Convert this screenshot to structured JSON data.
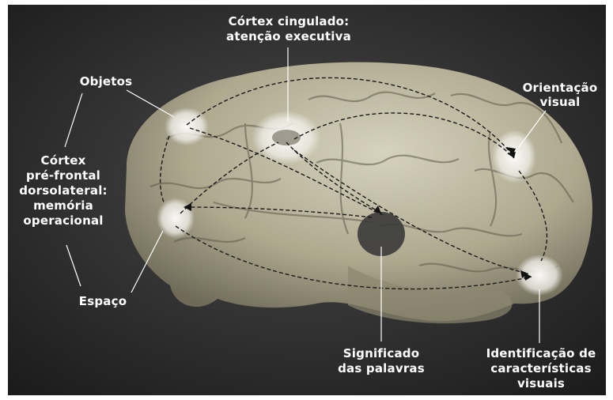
{
  "labels": {
    "cingulate_line1": "Córtex cingulado:",
    "cingulate_line2": "atenção executiva",
    "objects": "Objetos",
    "visual_orientation_line1": "Orientação",
    "visual_orientation_line2": "visual",
    "prefrontal_line1": "Córtex",
    "prefrontal_line2": "pré-frontal",
    "prefrontal_line3": "dorsolateral:",
    "prefrontal_line4": "memória",
    "prefrontal_line5": "operacional",
    "space": "Espaço",
    "word_meaning_line1": "Significado",
    "word_meaning_line2": "das palavras",
    "visual_features_line1": "Identificação de",
    "visual_features_line2": "características",
    "visual_features_line3": "visuais"
  },
  "colors": {
    "background": "#2a2a2a",
    "brain": "#b9b39c",
    "highlight": "#f2f0ea",
    "dark_spot": "#3a3a3a",
    "text": "#ffffff"
  }
}
